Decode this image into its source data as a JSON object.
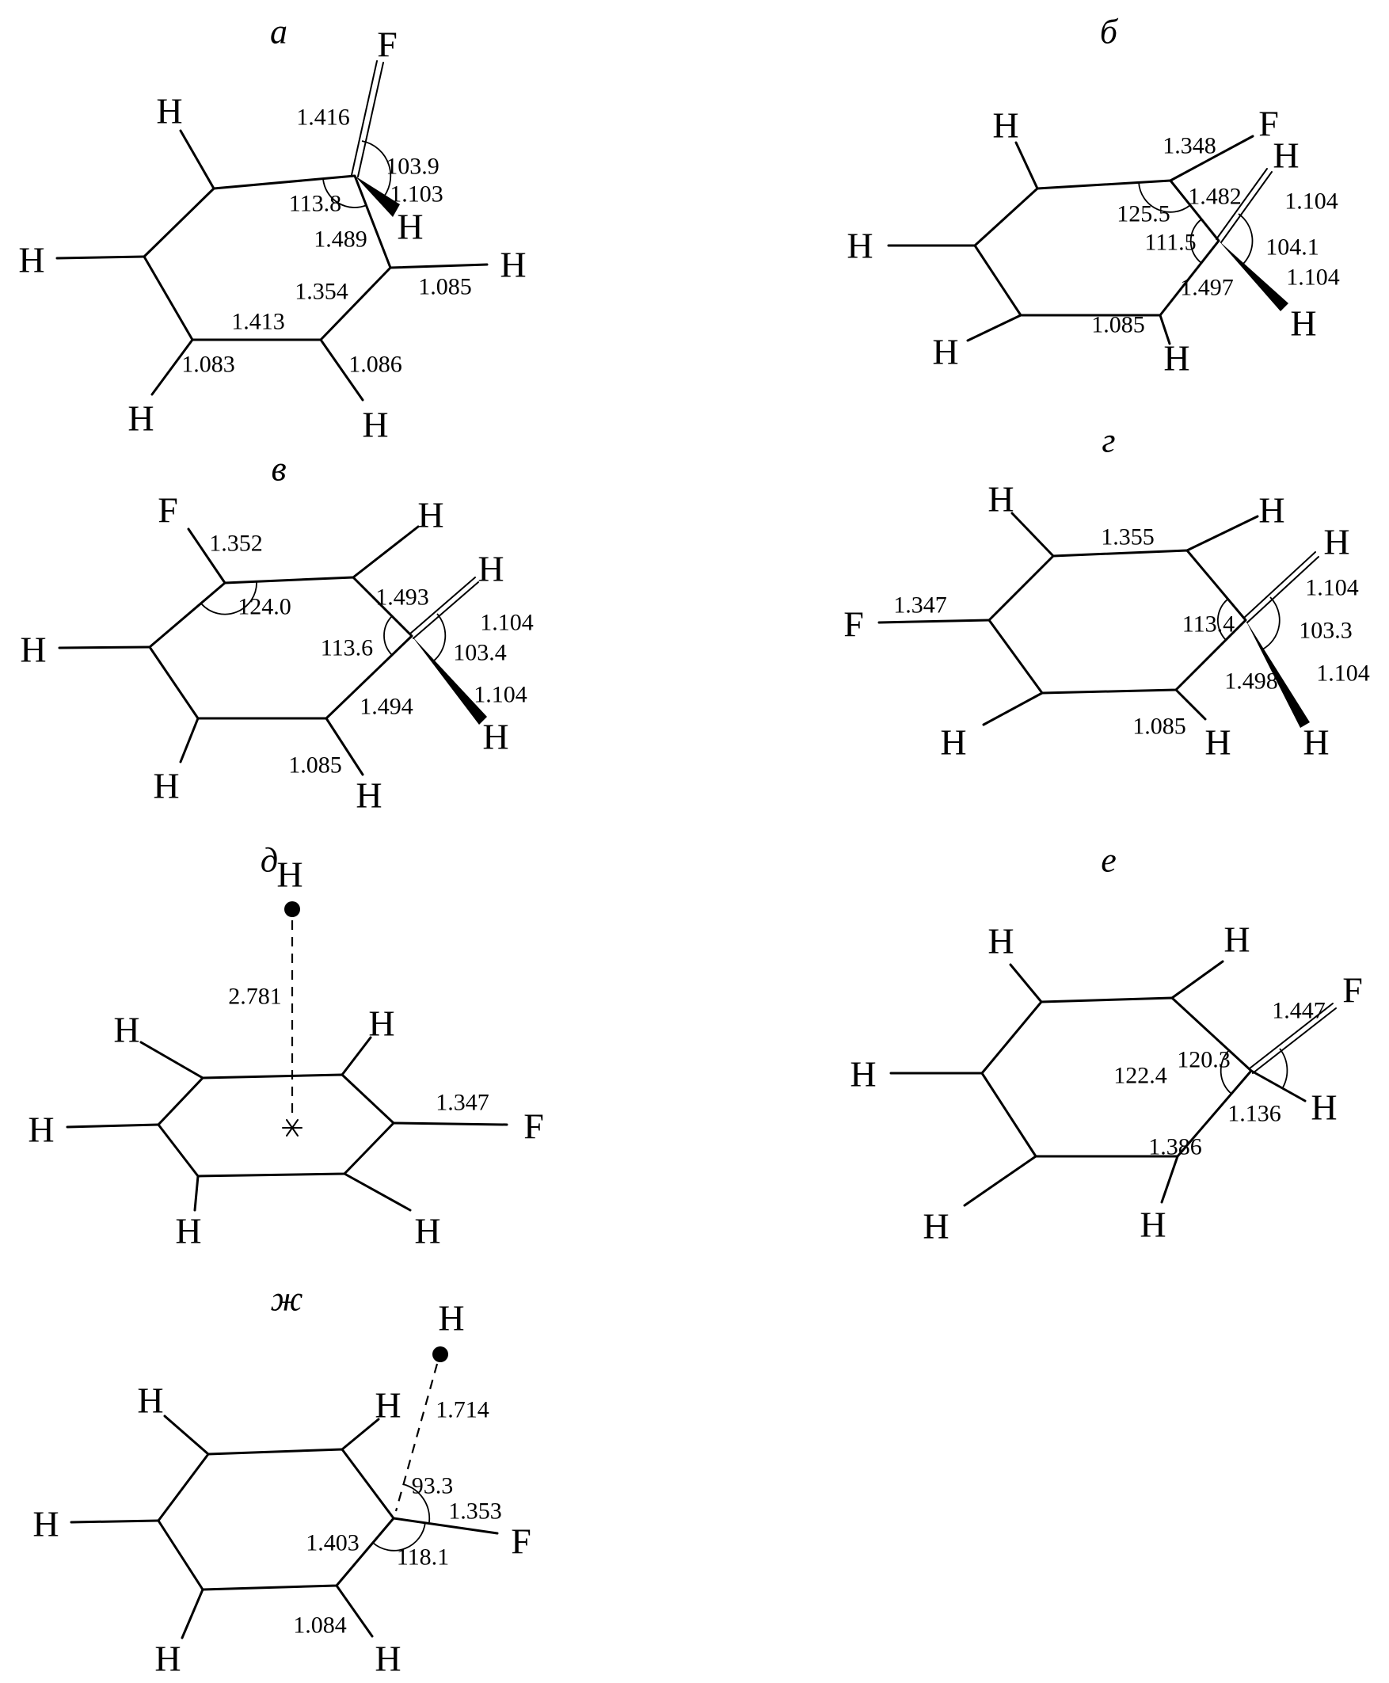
{
  "figure": {
    "atoms": {
      "H": "H",
      "F": "F"
    },
    "panels": {
      "a": {
        "label": "а",
        "v": {
          "cf": "1.416",
          "fch": "103.9",
          "ch_f": "1.103",
          "ring_angle": "113.8",
          "cc1": "1.489",
          "cc2": "1.354",
          "ch_r": "1.085",
          "cc3": "1.413",
          "ch_bl": "1.083",
          "ch_br": "1.086"
        }
      },
      "b": {
        "label": "б",
        "v": {
          "cf": "1.348",
          "cc1": "1.482",
          "ch_up": "1.104",
          "angle1": "125.5",
          "angle2": "111.5",
          "angle3": "104.1",
          "ch_dn": "1.104",
          "cc2": "1.497",
          "ch_b": "1.085"
        }
      },
      "v": {
        "label": "в",
        "v": {
          "cf": "1.352",
          "angle1": "124.0",
          "cc1": "1.493",
          "ch_up": "1.104",
          "angle2": "113.6",
          "angle3": "103.4",
          "ch_dn": "1.104",
          "cc2": "1.494",
          "ch_b": "1.085"
        }
      },
      "g": {
        "label": "г",
        "v": {
          "cf": "1.347",
          "cc_top": "1.355",
          "ch_up": "1.104",
          "angle1": "113.4",
          "angle2": "103.3",
          "ch_dn": "1.104",
          "cc1": "1.498",
          "ch_b": "1.085"
        }
      },
      "d": {
        "label": "д",
        "v": {
          "dist": "2.781",
          "cf": "1.347"
        }
      },
      "e": {
        "label": "е",
        "v": {
          "cf": "1.447",
          "angle1": "120.3",
          "angle2": "122.4",
          "ch": "1.136",
          "cc": "1.386"
        }
      },
      "zh": {
        "label": "ж",
        "v": {
          "dist": "1.714",
          "angle1": "93.3",
          "cc": "1.403",
          "angle2": "118.1",
          "cf": "1.353",
          "ch_b": "1.084"
        }
      }
    }
  }
}
